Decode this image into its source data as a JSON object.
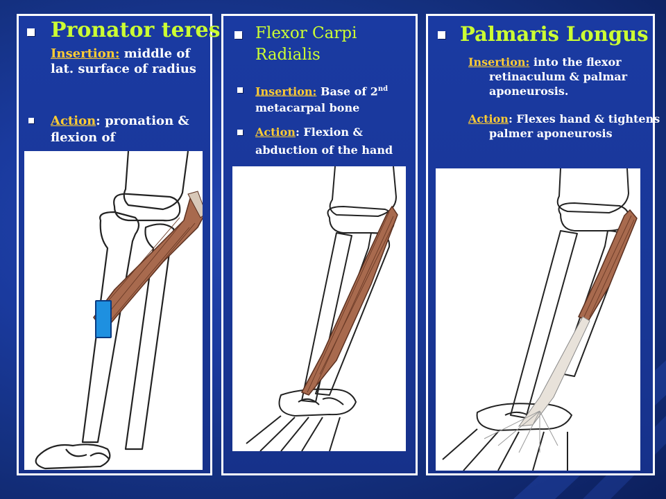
{
  "panels": {
    "pronator": {
      "title": "Pronator teres",
      "insertion_label": "Insertion:",
      "insertion_text": " middle of lat. surface of radius",
      "action_label": "Action",
      "action_text": ": pronation & flexion of"
    },
    "flexor": {
      "title": "Flexor Carpi Radialis",
      "insertion_label": "Insertion:",
      "insertion_text": " Base of 2",
      "insertion_sup": "nd",
      "insertion_tail": " metacarpal bone",
      "action_label": "Action",
      "action_text": ": Flexion & abduction of the hand"
    },
    "palmaris": {
      "title": "Palmaris Longus",
      "insertion_label": "Insertion:",
      "insertion_text": " into the flexor retinaculum & palmar aponeurosis.",
      "action_label": "Action",
      "action_text": ": Flexes hand & tightens palmer aponeurosis"
    }
  },
  "colors": {
    "background": "#1a3a9e",
    "title": "#ccff33",
    "label": "#ffcc33",
    "muscle": "#a0644a",
    "marker": "#1e90e0"
  },
  "icons": [
    "bullet-square",
    "forearm-illustration",
    "muscle-illustration"
  ]
}
